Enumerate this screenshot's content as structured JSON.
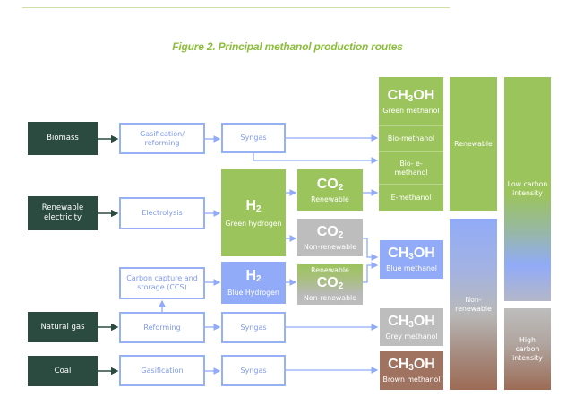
{
  "figure": {
    "title": "Figure 2. Principal methanol production routes"
  },
  "sources": {
    "biomass": "Biomass",
    "renewable_electricity": "Renewable electricity",
    "natural_gas": "Natural gas",
    "coal": "Coal"
  },
  "processes": {
    "gasification_reforming": "Gasification/ reforming",
    "electrolysis": "Electrolysis",
    "ccs": "Carbon capture and storage (CCS)",
    "reforming": "Reforming",
    "gasification": "Gasification",
    "syngas_1": "Syngas",
    "syngas_2": "Syngas",
    "syngas_3": "Syngas"
  },
  "hydrogen": {
    "formula": "H",
    "subscript": "2",
    "green_label": "Green hydrogen",
    "blue_label": "Blue Hydrogen"
  },
  "co2": {
    "formula": "CO",
    "subscript": "2",
    "renewable_label": "Renewable",
    "nonrenewable_label": "Non-renewable",
    "mixed_top_label": "Renewable",
    "mixed_bottom_label": "Non-renewable"
  },
  "methanol": {
    "formula_prefix": "CH",
    "formula_sub": "3",
    "formula_suffix": "OH",
    "green_label": "Green methanol",
    "green_subtypes": [
      "Bio-methanol",
      "Bio- e-methanol",
      "E-methanol"
    ],
    "blue_label": "Blue methanol",
    "grey_label": "Grey methanol",
    "brown_label": "Brown methanol"
  },
  "categories": {
    "renewable": "Renewable",
    "non_renewable": "Non- renewable",
    "low_carbon": "Low carbon intensity",
    "high_carbon": "High carbon intensity"
  },
  "colors": {
    "source_dark_green": "#2b4b41",
    "process_blue_outline": "#98b0f5",
    "green": "#9cc45c",
    "blue": "#91abf8",
    "grey": "#bdbdbd",
    "brown": "#a07260",
    "title_green": "#8cbd3c"
  }
}
